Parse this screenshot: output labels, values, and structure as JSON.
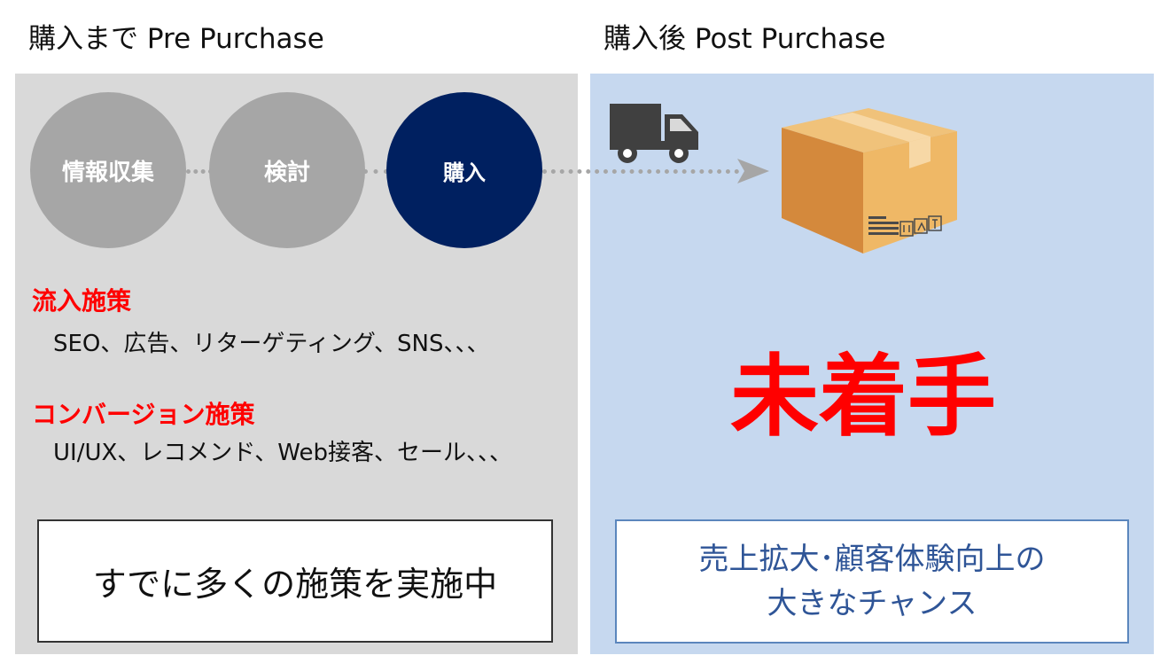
{
  "headers": {
    "pre": "購入まで Pre Purchase",
    "post": "購入後 Post Purchase"
  },
  "steps": [
    "情報収集",
    "検討",
    "購入"
  ],
  "inflow": {
    "title": "流入施策",
    "items": "SEO、広告、リターゲティング、SNS、、、"
  },
  "conversion": {
    "title": "コンバージョン施策",
    "items": "UI/UX、レコメンド、Web接客、セール、、、"
  },
  "left_box": "すでに多くの施策を実施中",
  "status": "未着手",
  "right_box": {
    "line1": "売上拡大･顧客体験向上の",
    "line2": "大きなチャンス"
  },
  "icons": [
    "truck-icon",
    "arrow-right-icon",
    "cardboard-box-icon"
  ],
  "colors": {
    "left_panel": "#d9d9d9",
    "right_panel": "#c6d8ef",
    "step_grey": "#a6a6a6",
    "step_navy": "#002060",
    "accent_red": "#ff0000",
    "right_text": "#2f5597"
  }
}
